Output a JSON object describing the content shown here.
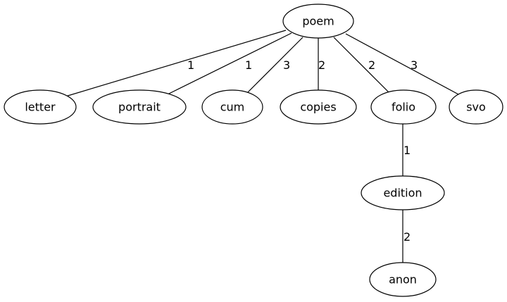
{
  "nodes": {
    "poem": "poem",
    "letter": "letter",
    "portrait": "portrait",
    "cum": "cum",
    "copies": "copies",
    "folio": "folio",
    "svo": "svo",
    "edition": "edition",
    "anon": "anon"
  },
  "edges": [
    {
      "from": "poem",
      "to": "letter",
      "label": "1"
    },
    {
      "from": "poem",
      "to": "portrait",
      "label": "1"
    },
    {
      "from": "poem",
      "to": "cum",
      "label": "3"
    },
    {
      "from": "poem",
      "to": "copies",
      "label": "2"
    },
    {
      "from": "poem",
      "to": "folio",
      "label": "2"
    },
    {
      "from": "poem",
      "to": "svo",
      "label": "3"
    },
    {
      "from": "folio",
      "to": "edition",
      "label": "1"
    },
    {
      "from": "edition",
      "to": "anon",
      "label": "2"
    }
  ]
}
